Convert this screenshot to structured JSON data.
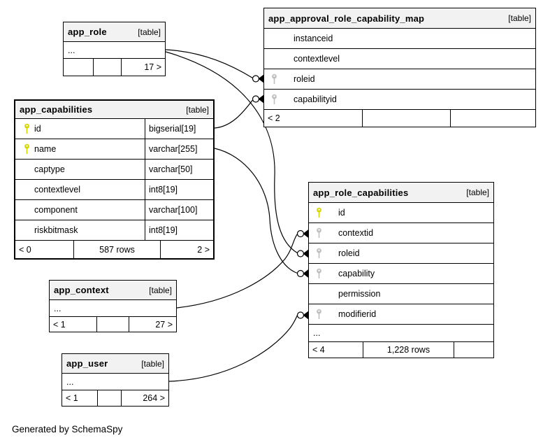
{
  "note": "Generated by SchemaSpy",
  "colors": {
    "primary_key": "#d6d600",
    "foreign_key": "#c0c0c0",
    "header_bg": "#f2f2f2",
    "line": "#000000"
  },
  "icons": {
    "primary_key": "key-icon (yellow pin key)",
    "foreign_key": "key-icon (gray pin key)",
    "endpoint": "circle-and-arrowhead connector"
  },
  "tables": {
    "app_role": {
      "title": "app_role",
      "tag": "[table]",
      "more": "...",
      "footer": [
        "",
        "",
        "17 >"
      ]
    },
    "app_approval_role_capability_map": {
      "title": "app_approval_role_capability_map",
      "tag": "[table]",
      "columns": [
        {
          "name": "instanceid"
        },
        {
          "name": "contextlevel"
        },
        {
          "name": "roleid"
        },
        {
          "name": "capabilityid"
        }
      ],
      "footer": [
        "< 2",
        "",
        ""
      ]
    },
    "app_capabilities": {
      "title": "app_capabilities",
      "tag": "[table]",
      "columns": [
        {
          "name": "id",
          "type": "bigserial[19]"
        },
        {
          "name": "name",
          "type": "varchar[255]"
        },
        {
          "name": "captype",
          "type": "varchar[50]"
        },
        {
          "name": "contextlevel",
          "type": "int8[19]"
        },
        {
          "name": "component",
          "type": "varchar[100]"
        },
        {
          "name": "riskbitmask",
          "type": "int8[19]"
        }
      ],
      "footer": [
        "< 0",
        "587 rows",
        "2 >"
      ]
    },
    "app_role_capabilities": {
      "title": "app_role_capabilities",
      "tag": "[table]",
      "columns": [
        {
          "name": "id"
        },
        {
          "name": "contextid"
        },
        {
          "name": "roleid"
        },
        {
          "name": "capability"
        },
        {
          "name": "permission"
        },
        {
          "name": "modifierid"
        }
      ],
      "more": "...",
      "footer": [
        "< 4",
        "1,228 rows",
        ""
      ]
    },
    "app_context": {
      "title": "app_context",
      "tag": "[table]",
      "more": "...",
      "footer": [
        "< 1",
        "",
        "27 >"
      ]
    },
    "app_user": {
      "title": "app_user",
      "tag": "[table]",
      "more": "...",
      "footer": [
        "< 1",
        "",
        "264 >"
      ]
    }
  }
}
